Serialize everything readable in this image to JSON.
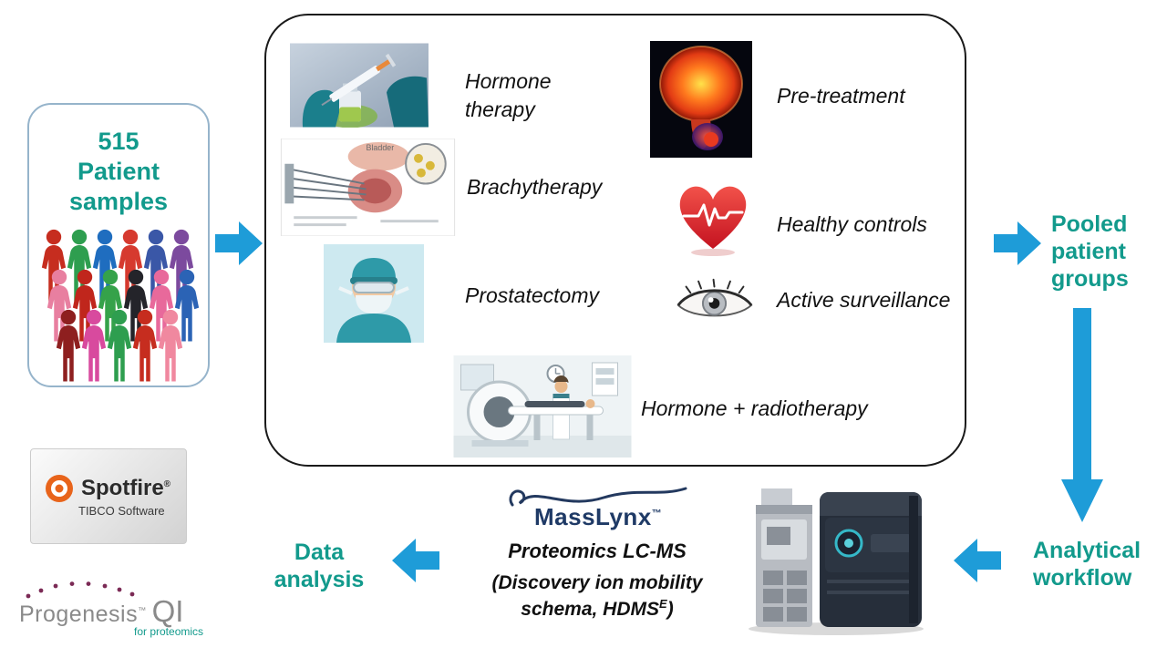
{
  "palette": {
    "teal_text": "#129a8c",
    "arrow_blue": "#1e9cd8",
    "label_color": "#111111",
    "masslynx_navy": "#1f3a66",
    "spotfire_orange": "#e8641b",
    "progenesis_purple": "#7b2a55"
  },
  "patient_samples": {
    "title": "515\nPatient\nsamples",
    "crowd_colors": [
      "#c62d1f",
      "#2e9e4f",
      "#1f6dbf",
      "#d63a2f",
      "#3a57a7",
      "#7c4a9e",
      "#e87fa0",
      "#c0261c",
      "#35a24a",
      "#24242a",
      "#e8699b",
      "#2b63b5",
      "#8e1f1f",
      "#d84a9e",
      "#2e9e4f",
      "#c62d1f",
      "#f0889f"
    ]
  },
  "treatments": [
    {
      "label": "Hormone therapy",
      "icon": "syringe-icon"
    },
    {
      "label": "Pre-treatment",
      "icon": "prostate-scan-icon"
    },
    {
      "label": "Brachytherapy",
      "icon": "brachytherapy-diagram-icon"
    },
    {
      "label": "Healthy controls",
      "icon": "heart-ecg-icon"
    },
    {
      "label": "Prostatectomy",
      "icon": "surgeon-icon"
    },
    {
      "label": "Active surveillance",
      "icon": "eye-icon"
    },
    {
      "label": "Hormone + radiotherapy",
      "icon": "ct-scanner-icon"
    }
  ],
  "icons": {
    "brachy_caption": "Bladder"
  },
  "flow": {
    "pooled_groups": "Pooled\npatient\ngroups",
    "analytical_workflow": "Analytical\nworkflow",
    "data_analysis": "Data\nanalysis"
  },
  "masslynx": {
    "brand": "MassLynx",
    "tm": "™",
    "line1": "Proteomics LC-MS",
    "line2": "(Discovery ion mobility",
    "line3_pre": "schema, HDMS",
    "line3_sup": "E",
    "line3_post": ")"
  },
  "logos": {
    "spotfire": {
      "name": "Spotfire",
      "reg": "®",
      "sub": "TIBCO Software"
    },
    "progenesis": {
      "name": "Progenesis",
      "tm": "™",
      "qi": "QI",
      "sub": "for proteomics"
    }
  }
}
